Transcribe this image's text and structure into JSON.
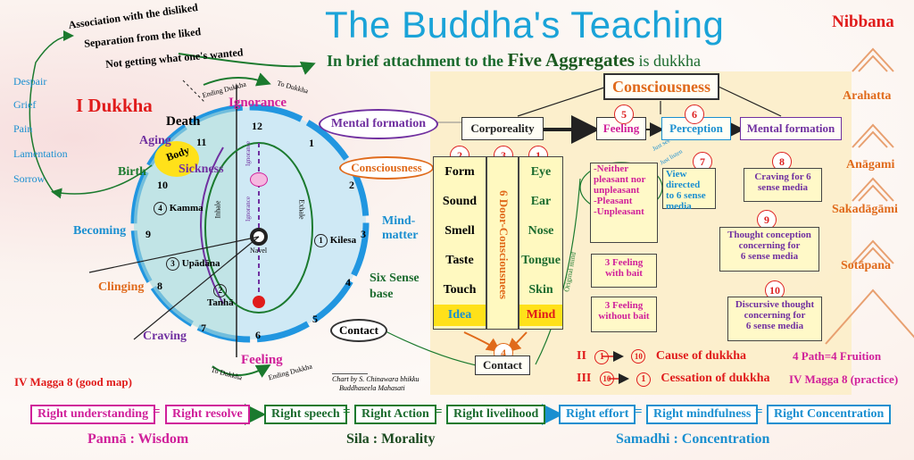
{
  "header": {
    "title": "The Buddha's Teaching",
    "subtitle_pre": "In brief attachment to the",
    "subtitle_bold": "Five Aggregates",
    "subtitle_post": "is dukkha"
  },
  "left": {
    "lines": [
      "Association with the disliked",
      "Separation from the liked",
      "Not getting what one's wanted"
    ],
    "miseries": [
      "Despair",
      "Grief",
      "Pain",
      "Lamentation",
      "Sorrow"
    ],
    "dukkha_title": "I Dukkha",
    "death": "Death",
    "aging": "Aging",
    "body": "Body",
    "sickness": "Sickness",
    "birth": "Birth",
    "ending_dukkha": "Ending Dukkha",
    "to_dukkha": "To Dukkha",
    "becoming": "Becoming",
    "clinging": "Clinging",
    "craving": "Craving",
    "feeling": "Feeling",
    "ignorance": "Ignorance",
    "mental_formation": "Mental formation",
    "consciousness": "Consciousness",
    "mind_matter": "Mind-matter",
    "six_sense": "Six Sense",
    "base": "base",
    "contact": "Contact",
    "nums": [
      "12",
      "1",
      "2",
      "3",
      "4",
      "5",
      "6",
      "7",
      "8",
      "9",
      "10",
      "11"
    ],
    "kamma": "Kamma",
    "upadana": "Upādāna",
    "tanha": "Tanhā",
    "kilesa": "Kilesa",
    "navel": "Navel",
    "inhale": "Inhale",
    "exhale": "Exhale",
    "ign_small": "Ignorance",
    "kamma_n": "4",
    "upadana_n": "3",
    "tanha_n": "2",
    "kilesa_n": "1",
    "magga_left": "IV Magga 8 (good map)",
    "credit1": "Chart by S. Chinawara bhikku",
    "credit2": "Buddhaseela Mahasati"
  },
  "center": {
    "consciousness_hdr": "Consciousness",
    "corporeality": "Corporeality",
    "feeling": "Feeling",
    "perception": "Perception",
    "mental_formation": "Mental formation",
    "col_left": [
      "Form",
      "Sound",
      "Smell",
      "Taste",
      "Touch"
    ],
    "idea": "Idea",
    "col_right": [
      "Eye",
      "Ear",
      "Nose",
      "Tongue",
      "Skin"
    ],
    "mind": "Mind",
    "door_label": "6 Door-Consciousnees",
    "feelings_box": [
      "-Neither",
      "pleasant nor",
      "unpleasant",
      "-Pleasant",
      "-Unpleasant"
    ],
    "feeling_bait": [
      "3 Feeling",
      "with bait"
    ],
    "feeling_nobait": [
      "3 Feeling",
      "without bait"
    ],
    "view": [
      "View directed",
      "to 6 sense",
      "media"
    ],
    "craving6": [
      "Craving for 6",
      "sense media"
    ],
    "thought": [
      "Thought conception",
      "concerning for",
      "6 sense media"
    ],
    "discursive": [
      "Discursive thought",
      "concerning for",
      "6 sense media"
    ],
    "contact": "Contact",
    "just_see": "Just see",
    "just_listen": "Just listen",
    "original_mind": "Original mind",
    "circles": {
      "c2": "2",
      "c3": "3",
      "c1": "1",
      "c5": "5",
      "c6": "6",
      "c7": "7",
      "c8": "8",
      "c9": "9",
      "c10": "10",
      "c4": "4"
    }
  },
  "right": {
    "nibbana": "Nibbana",
    "arahatta": "Arahatta",
    "anagami": "Anāgami",
    "sakadagami": "Sakadāgāmi",
    "sotapana": "Sotāpana",
    "cause_num": "II",
    "cause_a": "1",
    "cause_b": "10",
    "cause_text": "Cause of dukkha",
    "cess_num": "III",
    "cess_a": "10",
    "cess_b": "1",
    "cess_text": "Cessation of dukkha",
    "path": "4 Path=4 Fruition",
    "magga": "IV Magga 8 (practice)"
  },
  "bottom": {
    "path_items": [
      "Right understanding",
      "Right resolve",
      "Right speech",
      "Right Action",
      "Right livelihood",
      "Right effort",
      "Right mindfulness",
      "Right Concentration"
    ],
    "panna": "Pannā : Wisdom",
    "sila": "Sila : Morality",
    "samadhi": "Samadhi : Concentration"
  },
  "colors": {
    "title": "#1aa3d8",
    "red": "#e01b1b",
    "green": "#1b7a2e",
    "purple": "#7030a0",
    "orange": "#e06a1b",
    "blue": "#1a8fd0",
    "magenta": "#d0209a"
  }
}
